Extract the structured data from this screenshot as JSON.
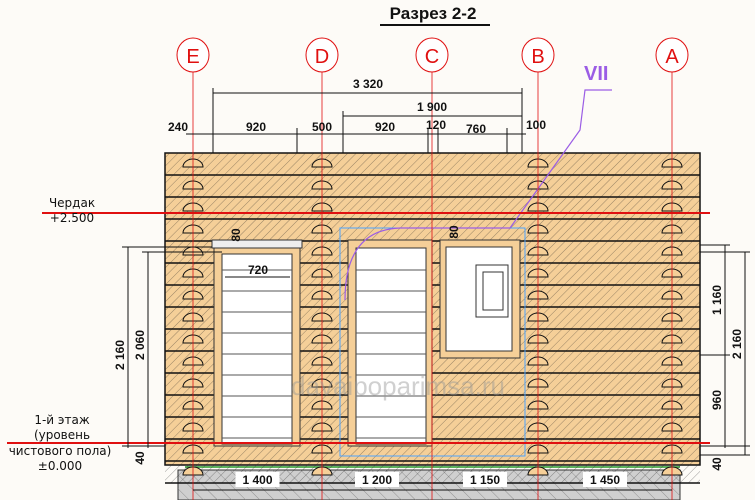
{
  "title": "Разрез 2-2",
  "axes": [
    "E",
    "D",
    "C",
    "B",
    "A"
  ],
  "node_mark": "VII",
  "levels": {
    "attic_name": "Чердак",
    "attic_mark": "+2.500",
    "floor_line1": "1-й этаж",
    "floor_line2": "(уровень",
    "floor_line3": "чистового пола)",
    "floor_mark": "±0.000"
  },
  "dims_top": {
    "overall": "3 320",
    "right": "1 900",
    "chain": [
      "240",
      "920",
      "500",
      "920",
      "120",
      "760",
      "100"
    ]
  },
  "dims_left": {
    "door_h1": "2 160",
    "door_h2": "2 060",
    "sill": "40",
    "lintel": "80",
    "door_w": "720"
  },
  "dims_right": {
    "window_h": "1 160",
    "total": "2 160",
    "sill_h": "960",
    "base": "40",
    "lintel": "80"
  },
  "dims_bottom": [
    "1 400",
    "1 200",
    "1 150",
    "1 450"
  ],
  "watermark": "davaipoparimsa.ru",
  "colors": {
    "wood": "#f5cf98",
    "axis": "#e01010",
    "node": "#9b5de5",
    "concrete": "#cfcfcf"
  }
}
